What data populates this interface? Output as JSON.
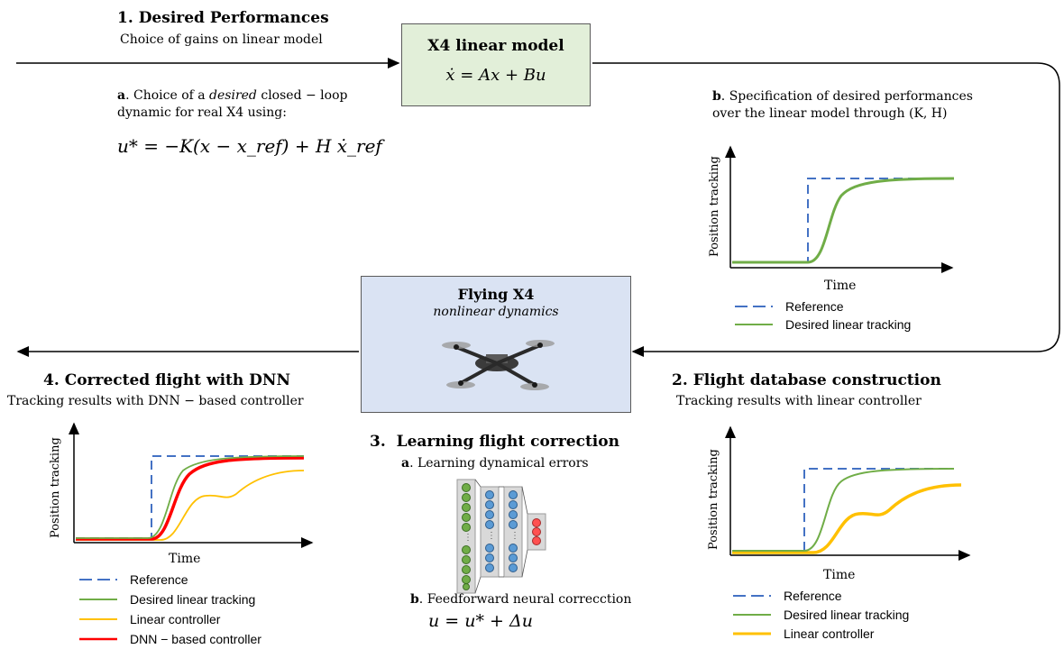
{
  "step1": {
    "number": "1",
    "title": "Desired Performances",
    "subtitle": "Choice of gains on linear model",
    "a_label": "a",
    "a_text_1a": ". Choice of a ",
    "a_text_1b": "desired",
    "a_text_1c": " closed − loop",
    "a_text_2": "dynamic for real X4 using:",
    "equation": "u* = −K(x − x_ref) + H ẋ_ref",
    "b_label": "b",
    "b_text_1": ". Specification of desired performances",
    "b_text_2": "over the linear model through (K, H)"
  },
  "linear_model": {
    "title": "X4 linear model",
    "equation": "ẋ = Ax + Bu",
    "color": "#e2efd9"
  },
  "flying": {
    "title": "Flying X4",
    "subtitle": "nonlinear dynamics",
    "color": "#dae3f3"
  },
  "step2": {
    "number": "2",
    "title": "Flight database construction",
    "subtitle": "Tracking results with linear controller"
  },
  "step3": {
    "number": "3",
    "title": "Learning flight correction",
    "a_label": "a",
    "a_text": ". Learning dynamical errors",
    "b_label": "b",
    "b_text": ". Feedforward neural correcction",
    "equation": "u = u* + Δu"
  },
  "step4": {
    "number": "4",
    "title": "Corrected flight with DNN",
    "subtitle": "Tracking results with DNN − based controller"
  },
  "axes": {
    "xlabel": "Time",
    "ylabel": "Position tracking"
  },
  "legend": {
    "reference": "Reference",
    "desired": "Desired linear tracking",
    "linear": "Linear controller",
    "dnn": "DNN − based controller"
  },
  "colors": {
    "reference": "#4472c4",
    "desired": "#70ad47",
    "linear": "#ffc000",
    "dnn": "#ff0000"
  }
}
